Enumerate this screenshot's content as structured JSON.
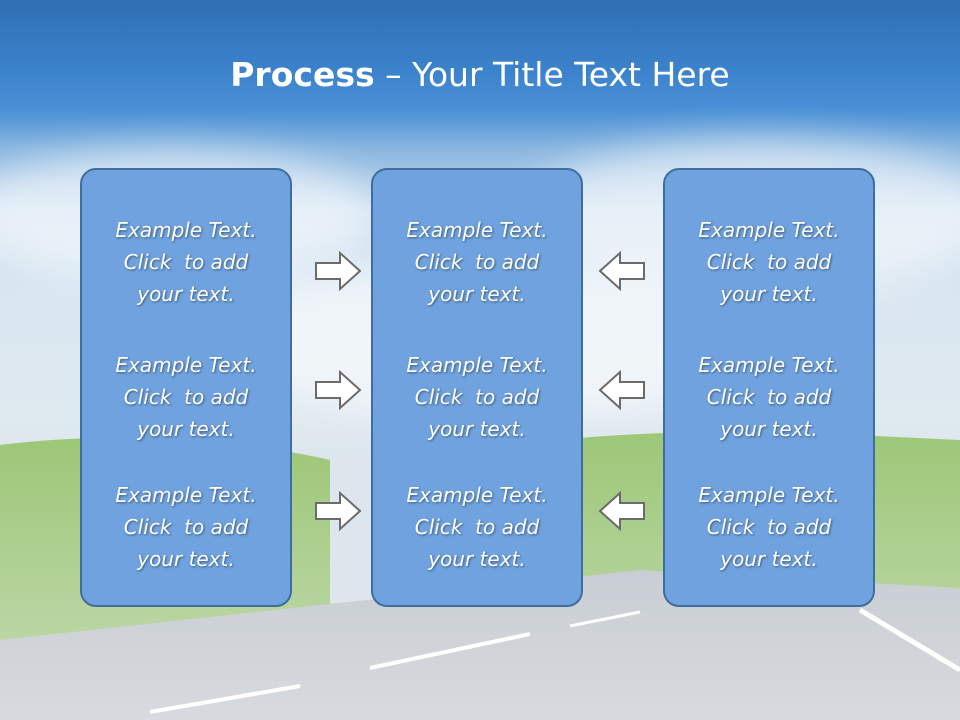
{
  "title": {
    "bold": "Process",
    "rest": " – Your Title Text Here"
  },
  "columns": [
    {
      "items": [
        {
          "line1": "Example Text.",
          "line2": "Click  to add",
          "line3": "your text."
        },
        {
          "line1": "Example Text.",
          "line2": "Click  to add",
          "line3": "your text."
        },
        {
          "line1": "Example Text.",
          "line2": "Click  to add",
          "line3": "your text."
        }
      ]
    },
    {
      "items": [
        {
          "line1": "Example Text.",
          "line2": "Click  to add",
          "line3": "your text."
        },
        {
          "line1": "Example Text.",
          "line2": "Click  to add",
          "line3": "your text."
        },
        {
          "line1": "Example Text.",
          "line2": "Click  to add",
          "line3": "your text."
        }
      ]
    },
    {
      "items": [
        {
          "line1": "Example Text.",
          "line2": "Click  to add",
          "line3": "your text."
        },
        {
          "line1": "Example Text.",
          "line2": "Click  to add",
          "line3": "your text."
        },
        {
          "line1": "Example Text.",
          "line2": "Click  to add",
          "line3": "your text."
        }
      ]
    }
  ],
  "arrows": {
    "left_group": "arrow-right-icon",
    "right_group": "arrow-left-icon"
  },
  "colors": {
    "box_fill": "#6fa2df",
    "box_border": "#3f6d9e",
    "arrow_fill": "#ffffff",
    "arrow_stroke": "#6b6b6b"
  }
}
